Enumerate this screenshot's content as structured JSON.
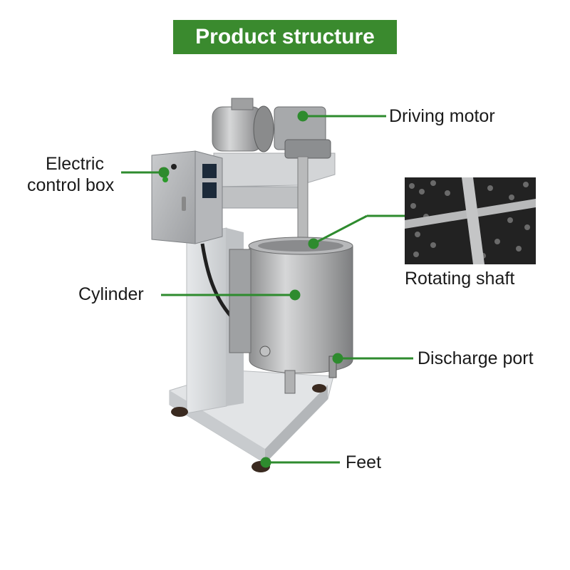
{
  "title": "Product structure",
  "labels": {
    "driving_motor": "Driving motor",
    "electric_control_box_line1": "Electric",
    "electric_control_box_line2": "control box",
    "rotating_shaft": "Rotating shaft",
    "cylinder": "Cylinder",
    "discharge_port": "Discharge port",
    "feet": "Feet"
  },
  "colors": {
    "banner": "#3a8a2e",
    "leader_line": "#2e8b2e",
    "stainless": "#c9cacb",
    "frame": "#d9dcdf"
  }
}
